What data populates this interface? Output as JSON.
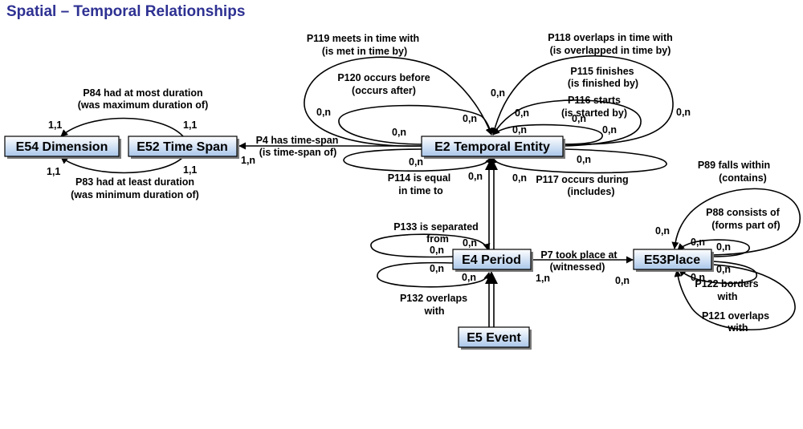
{
  "title": "Spatial – Temporal Relationships",
  "entities": {
    "e54": "E54 Dimension",
    "e52": "E52 Time Span",
    "e2": "E2 Temporal Entity",
    "e4": "E4 Period",
    "e53": "E53Place",
    "e5": "E5 Event"
  },
  "properties": {
    "p84_1": "P84 had at  most duration",
    "p84_2": "(was maximum duration of)",
    "p83_1": "P83 had at least duration",
    "p83_2": "(was minimum duration of)",
    "p4_1": "P4 has time-span",
    "p4_2": "(is time-span of)",
    "p119_1": "P119 meets in time with",
    "p119_2": "(is met in time by)",
    "p120_1": "P120 occurs before",
    "p120_2": "(occurs after)",
    "p118_1": "P118 overlaps in time with",
    "p118_2": "(is overlapped in time by)",
    "p115_1": "P115 finishes",
    "p115_2": "(is finished by)",
    "p116_1": "P116 starts",
    "p116_2": "(is started by)",
    "p114_1": "P114 is equal",
    "p114_2": "in time to",
    "p117_1": "P117 occurs during",
    "p117_2": "(includes)",
    "p133_1": "P133 is separated",
    "p133_2": "from",
    "p132_1": "P132 overlaps",
    "p132_2": "with",
    "p7_1": "P7 took place at",
    "p7_2": "(witnessed)",
    "p89_1": "P89 falls within",
    "p89_2": "(contains)",
    "p88_1": "P88 consists of",
    "p88_2": "(forms part of)",
    "p122_1": "P122 borders",
    "p122_2": "with",
    "p121_1": "P121 overlaps",
    "p121_2": "with"
  },
  "cardinalities": {
    "one_one": "1,1",
    "one_n": "1,n",
    "zero_n": "0,n"
  },
  "colors": {
    "title": "#2e3192",
    "box_top": "#ffffff",
    "box_bottom": "#a9c6ea",
    "line": "#000000"
  }
}
